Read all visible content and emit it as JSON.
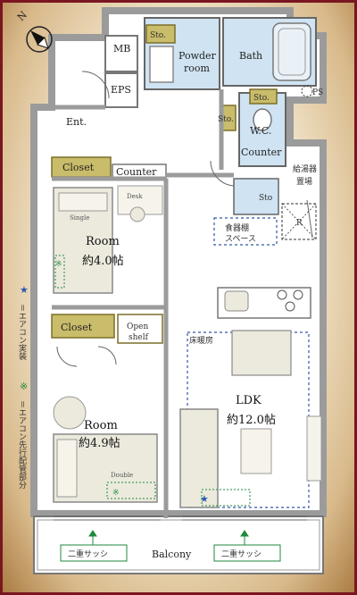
{
  "compass": {
    "label": "N"
  },
  "rooms": {
    "mb": "MB",
    "eps": "EPS",
    "entrance": "Ent.",
    "closet_entrance": "Closet",
    "counter_entrance": "Counter",
    "powder_sto": "Sto.",
    "powder_room_line1": "Powder",
    "powder_room_line2": "room",
    "bath": "Bath",
    "wc_sto_top": "Sto.",
    "wc_sto_left": "Sto.",
    "wc": "W.C.",
    "wc_counter": "Counter",
    "ps": "PS",
    "water_heater_line1": "給湯器",
    "water_heater_line2": "置場",
    "kitchen_sto": "Sto",
    "dish_line1": "食器棚",
    "dish_line2": "スペース",
    "fridge": "R",
    "room1_name": "Room",
    "room1_size": "約4.0帖",
    "desk": "Desk",
    "single": "Single",
    "closet_room": "Closet",
    "open_shelf_line1": "Open",
    "open_shelf_line2": "shelf",
    "floor_heating": "床暖房",
    "ldk_name": "LDK",
    "ldk_size": "約12.0帖",
    "room2_name": "Room",
    "room2_size": "約4.9帖",
    "double": "Double",
    "balcony": "Balcony",
    "sash_left": "二重サッシ",
    "sash_right": "二重サッシ"
  },
  "legend": {
    "star_symbol": "★",
    "star_text": "＝エアコン実装",
    "kome_symbol": "※",
    "kome_text": "＝エアコン先行配管部分"
  },
  "colors": {
    "wall": "#9b9b9b",
    "closet": "#c9bc6a",
    "wet_area": "#cfe3f2",
    "blue_dashed": "#3355aa",
    "furniture": "#eceadd"
  }
}
